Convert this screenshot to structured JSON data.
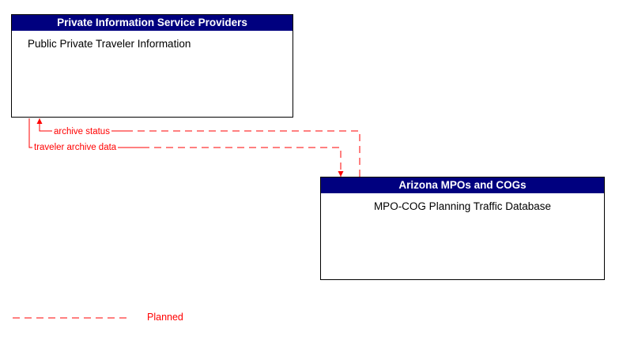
{
  "diagram": {
    "nodes": [
      {
        "id": "provider",
        "header": "Private Information Service Providers",
        "body": "Public Private Traveler Information"
      },
      {
        "id": "mpo",
        "header": "Arizona MPOs and COGs",
        "body": "MPO-COG Planning Traffic Database"
      }
    ],
    "flows": [
      {
        "id": "archive-status",
        "label": "archive status"
      },
      {
        "id": "traveler-archive-data",
        "label": "traveler archive data"
      }
    ],
    "legend": {
      "items": [
        {
          "label": "Planned",
          "color": "#ff0000",
          "style": "dashed"
        }
      ]
    },
    "colors": {
      "header_bg": "#00007f",
      "header_text": "#ffffff",
      "flow": "#ff0000",
      "box_border": "#000000",
      "background": "#ffffff"
    }
  }
}
